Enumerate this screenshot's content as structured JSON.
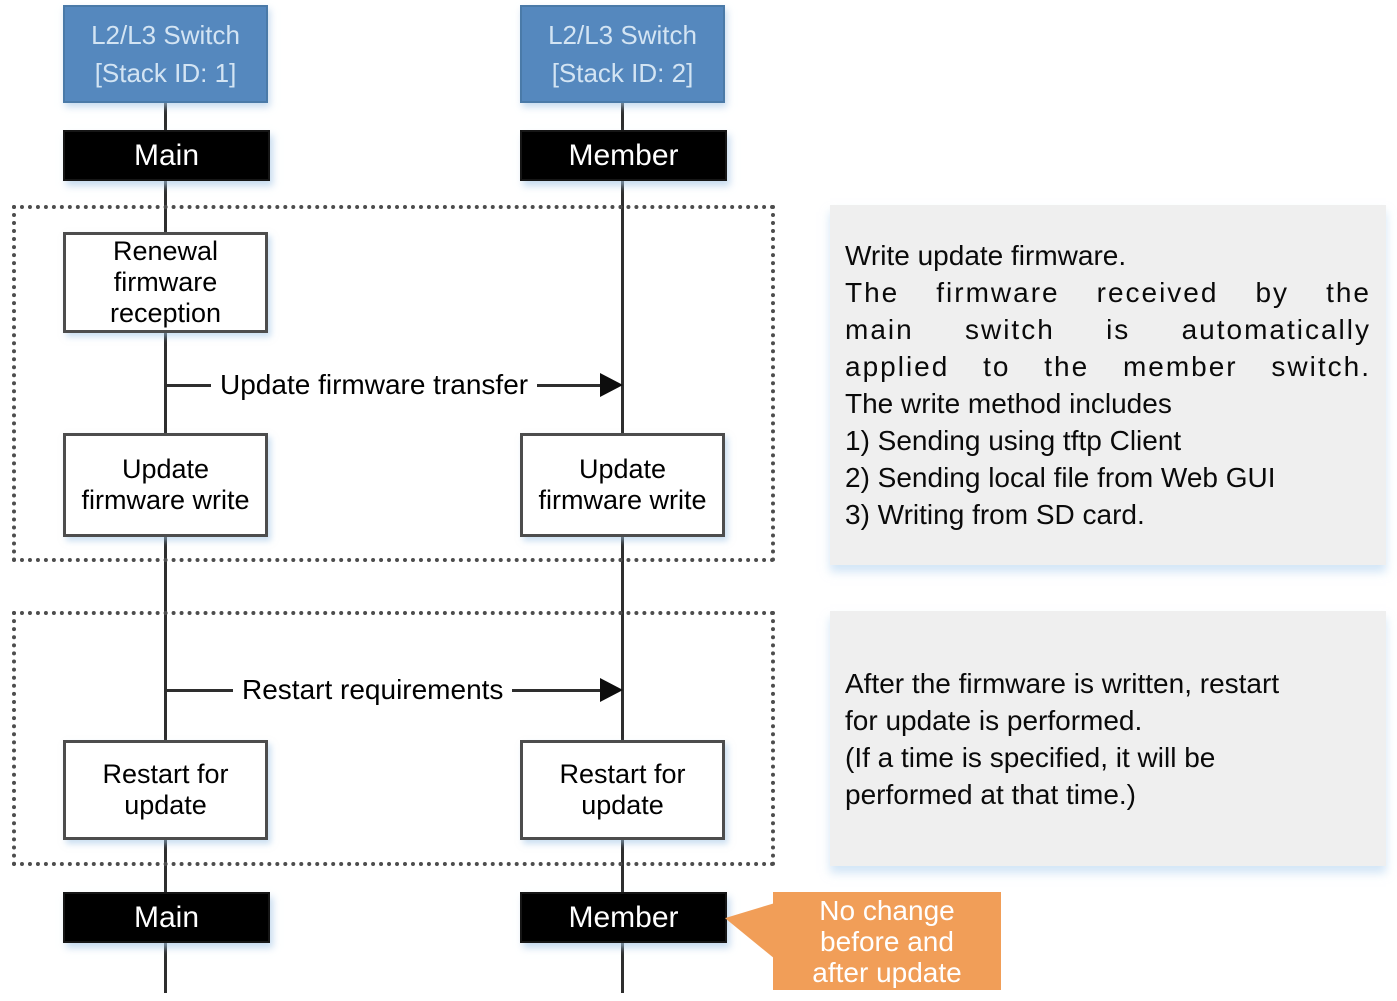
{
  "colors": {
    "switch_blue": "#5588be",
    "role_black": "#000000",
    "note_gray": "#efefef",
    "callout_orange": "#f19e58",
    "line_dark": "#2e2e2e"
  },
  "lanes": {
    "main": {
      "switch_line1": "L2/L3 Switch",
      "switch_line2": "[Stack ID: 1]",
      "role_top": "Main",
      "role_bottom": "Main"
    },
    "member": {
      "switch_line1": "L2/L3 Switch",
      "switch_line2": "[Stack ID: 2]",
      "role_top": "Member",
      "role_bottom": "Member"
    }
  },
  "steps": {
    "renewal_reception": {
      "lines": [
        "Renewal",
        "firmware",
        "reception"
      ]
    },
    "write_main": {
      "lines": [
        "Update",
        "firmware write"
      ]
    },
    "write_member": {
      "lines": [
        "Update",
        "firmware write"
      ]
    },
    "restart_main": {
      "lines": [
        "Restart for",
        "update"
      ]
    },
    "restart_member": {
      "lines": [
        "Restart for",
        "update"
      ]
    }
  },
  "messages": {
    "transfer": "Update firmware transfer",
    "restart": "Restart requirements"
  },
  "notes": {
    "write": {
      "intro": "Write update firmware.",
      "justified_lines": [
        "The firmware received by the",
        "main switch is automatically",
        "applied to the member switch."
      ],
      "method_lines": [
        "The write method includes",
        "1) Sending using tftp Client",
        "2) Sending local file from Web GUI",
        "3) Writing from SD card."
      ]
    },
    "restart": {
      "lines": [
        "After the firmware is written, restart",
        "for update is performed.",
        "(If a time is specified, it will be",
        "performed at that time.)"
      ]
    }
  },
  "callout": {
    "lines": [
      "No change",
      "before and",
      "after update"
    ]
  }
}
